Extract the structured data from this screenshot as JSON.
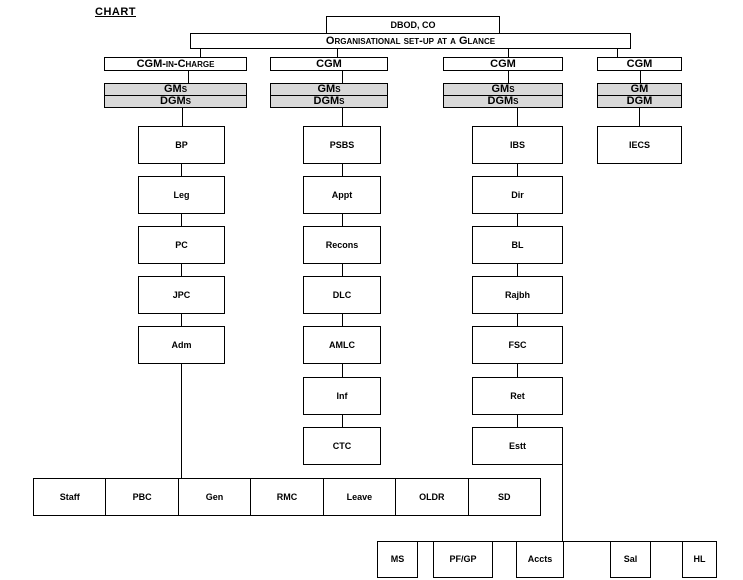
{
  "title": "CHART",
  "colors": {
    "box_fill": "#ffffff",
    "shaded_fill": "#d9d9d9",
    "border": "#000000"
  },
  "header": {
    "root": "DBOD, CO",
    "subtitle": "Organisational set-up at a Glance"
  },
  "columns": [
    {
      "head": "CGM-in-Charge",
      "tier1": "GMs",
      "tier2": "DGMs",
      "units": [
        "BP",
        "Leg",
        "PC",
        "JPC",
        "Adm"
      ]
    },
    {
      "head": "CGM",
      "tier1": "GMs",
      "tier2": "DGMs",
      "units": [
        "PSBS",
        "Appt",
        "Recons",
        "DLC",
        "AMLC",
        "Inf",
        "CTC"
      ]
    },
    {
      "head": "CGM",
      "tier1": "GMs",
      "tier2": "DGMs",
      "units": [
        "IBS",
        "Dir",
        "BL",
        "Rajbh",
        "FSC",
        "Ret",
        "Estt"
      ]
    },
    {
      "head": "CGM",
      "tier1": "GM",
      "tier2": "DGM",
      "units": [
        "IECS"
      ]
    }
  ],
  "bottom_row_1": [
    "Staff",
    "PBC",
    "Gen",
    "RMC",
    "Leave",
    "OLDR",
    "SD"
  ],
  "bottom_row_2": [
    "MS",
    "PF/GP",
    "Accts",
    "Sal",
    "HL"
  ]
}
